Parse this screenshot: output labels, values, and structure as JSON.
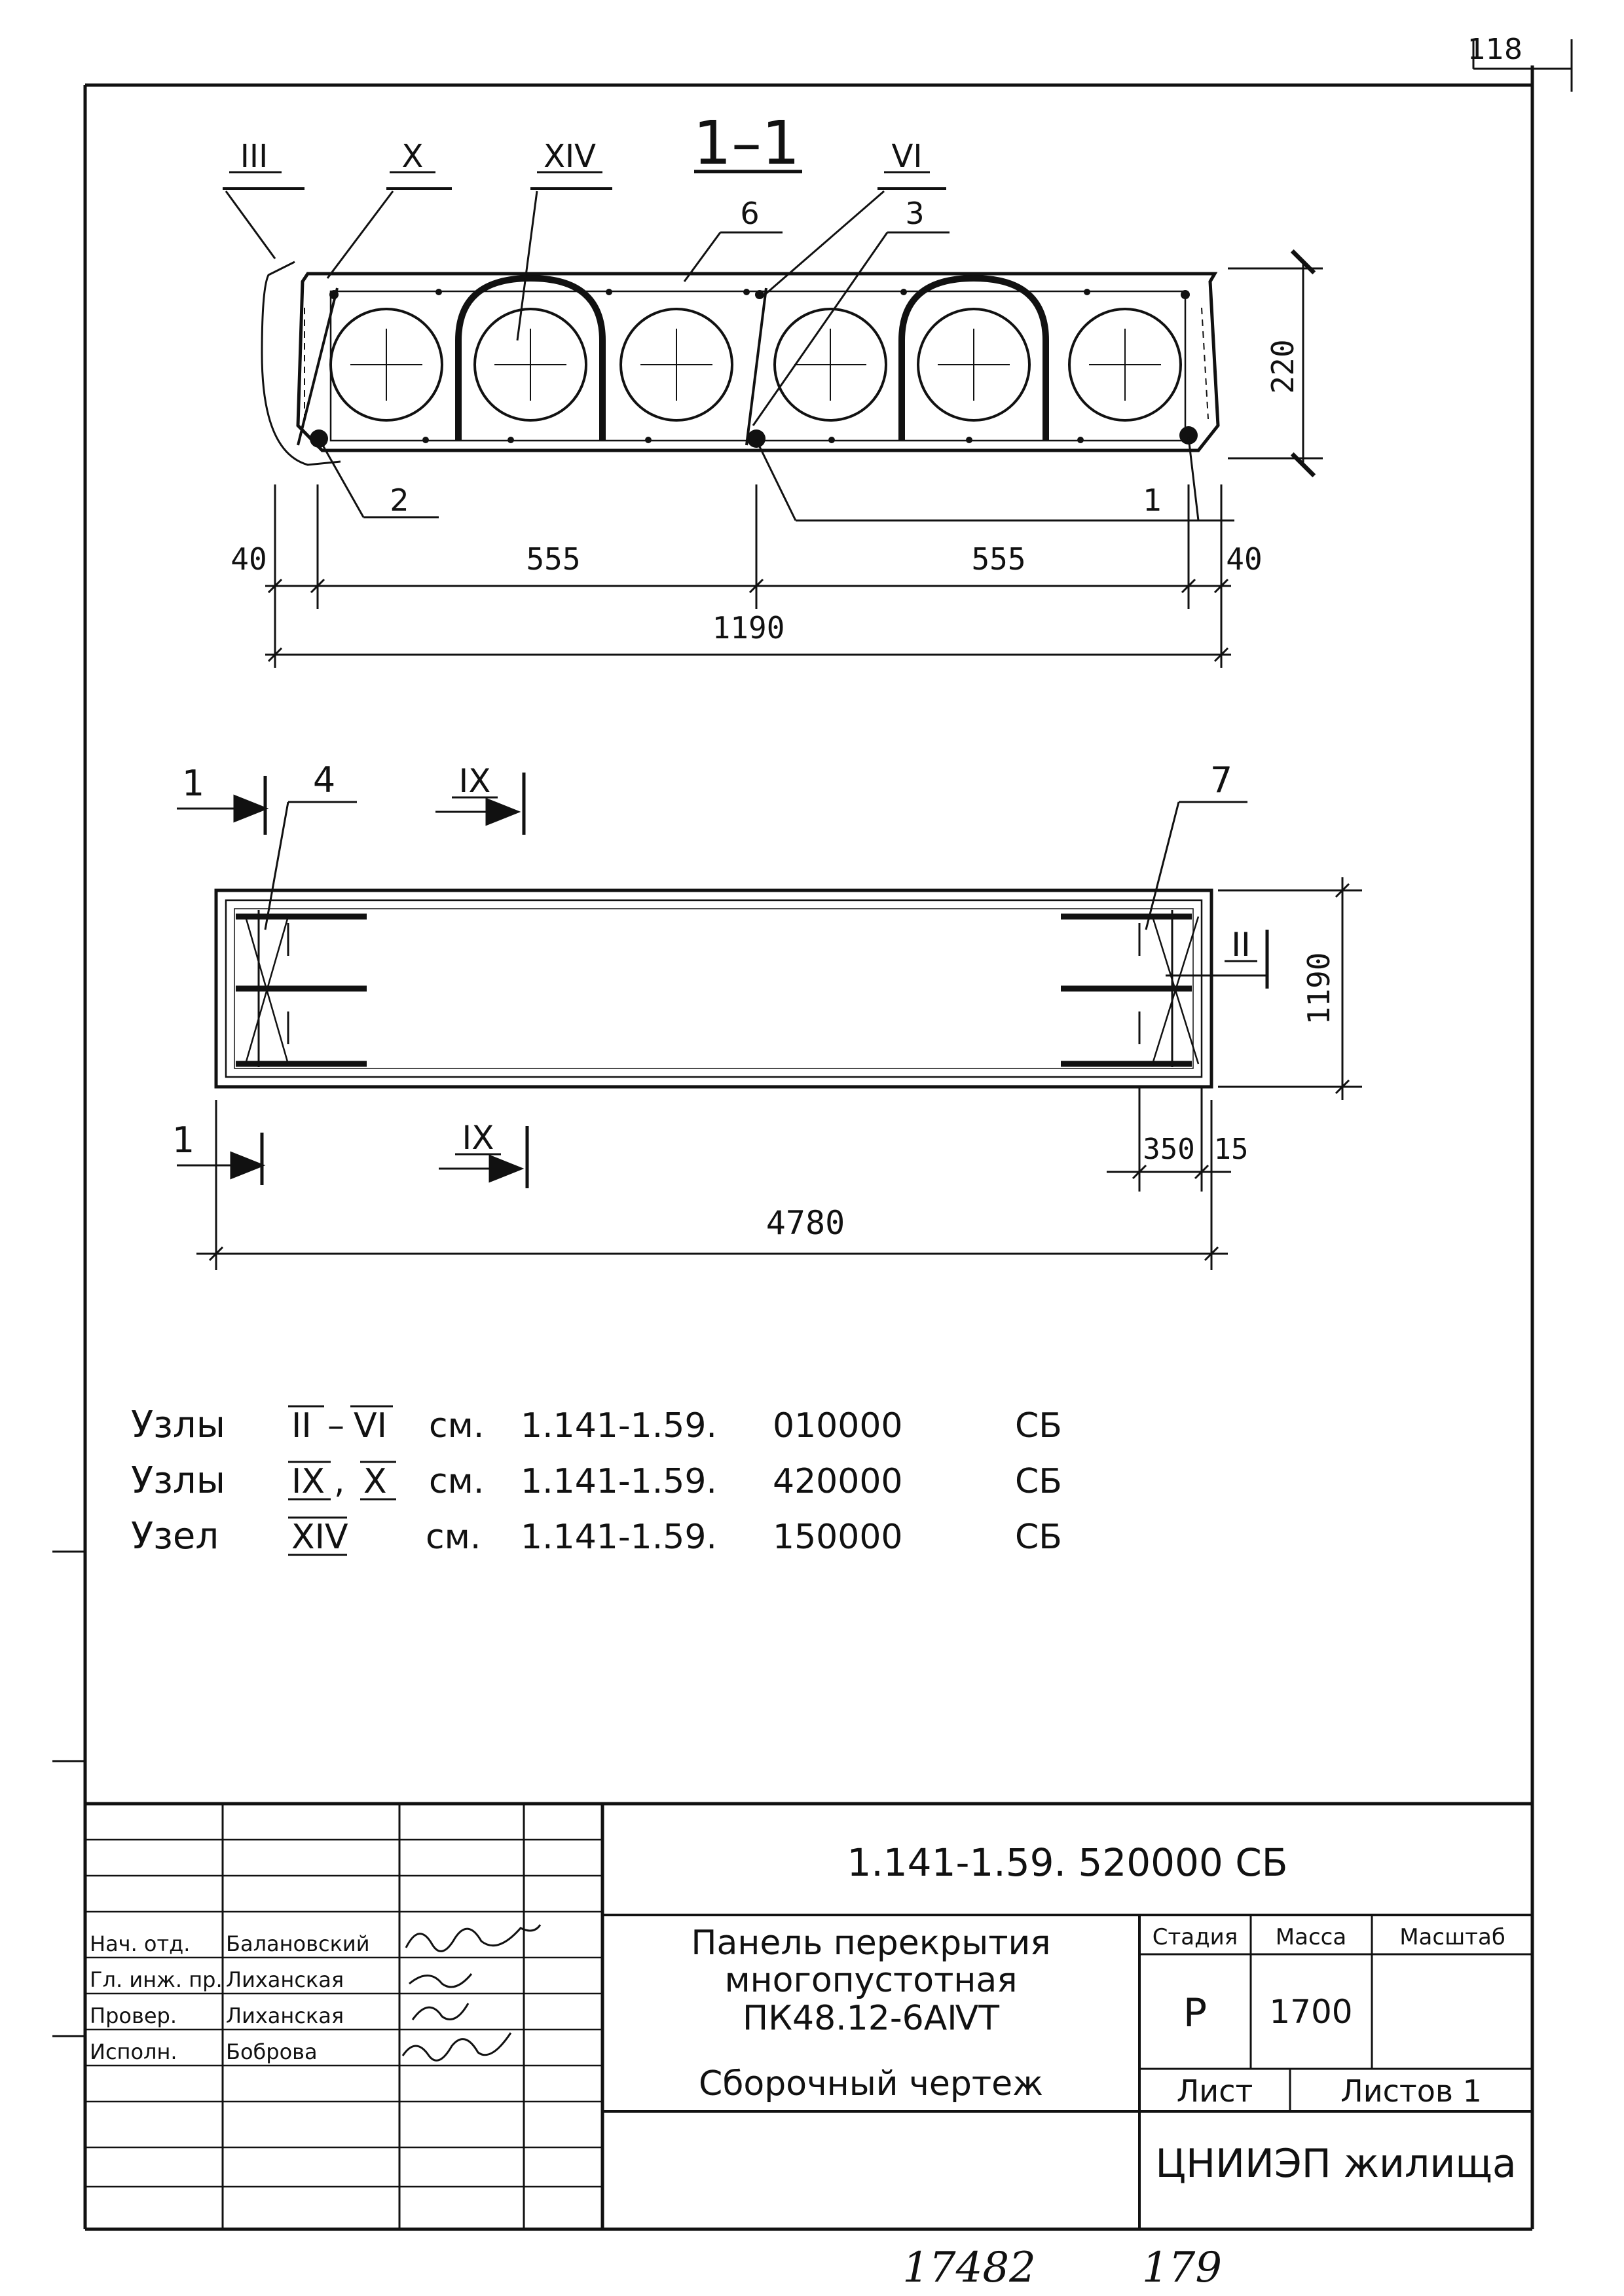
{
  "corner_number": "118",
  "section": {
    "title": "1–1",
    "callouts": [
      "III",
      "X",
      "XIV",
      "VI"
    ],
    "positions": [
      "6",
      "3",
      "2",
      "1"
    ],
    "dimensions": {
      "height": "220",
      "edge_left": "40",
      "span_left": "555",
      "span_right": "555",
      "edge_right": "40",
      "total": "1190"
    }
  },
  "plan": {
    "cut_marks": [
      "1",
      "1"
    ],
    "node_marks": [
      "IX",
      "IX",
      "II"
    ],
    "positions": [
      "4",
      "7"
    ],
    "dimensions": {
      "width": "1190",
      "support": "350",
      "gap": "15",
      "length": "4780"
    }
  },
  "notes": [
    {
      "word": "Узлы",
      "ref_a": "II",
      "sep": "–",
      "ref_b": "VI",
      "see": "см.",
      "series": "1.141-1.59.",
      "code": "010000",
      "suffix": "СБ"
    },
    {
      "word": "Узлы",
      "ref_a": "IX",
      "sep": ",",
      "ref_b": "X",
      "see": "см.",
      "series": "1.141-1.59.",
      "code": "420000",
      "suffix": "СБ"
    },
    {
      "word": "Узел",
      "ref_a": "XIV",
      "sep": "",
      "ref_b": "",
      "see": "см.",
      "series": "1.141-1.59.",
      "code": "150000",
      "suffix": "СБ"
    }
  ],
  "title_block": {
    "doc_code": "1.141-1.59. 520000 СБ",
    "title_lines": [
      "Панель перекрытия",
      "многопустотная",
      "ПК48.12-6АⅣТ",
      "Сборочный чертеж"
    ],
    "stage_label": "Стадия",
    "stage": "Р",
    "mass_label": "Масса",
    "mass": "1700",
    "scale_label": "Масштаб",
    "sheet_label": "Лист",
    "sheets_label": "Листов 1",
    "org": "ЦНИИЭП жилища",
    "signatures": [
      {
        "role": "Нач. отд.",
        "name": "Балановский"
      },
      {
        "role": "Гл. инж. пр.",
        "name": "Лиханская"
      },
      {
        "role": "Провер.",
        "name": "Лиханская"
      },
      {
        "role": "Исполн.",
        "name": "Боброва"
      }
    ]
  },
  "footer": {
    "number_a": "17482",
    "number_b": "179"
  }
}
